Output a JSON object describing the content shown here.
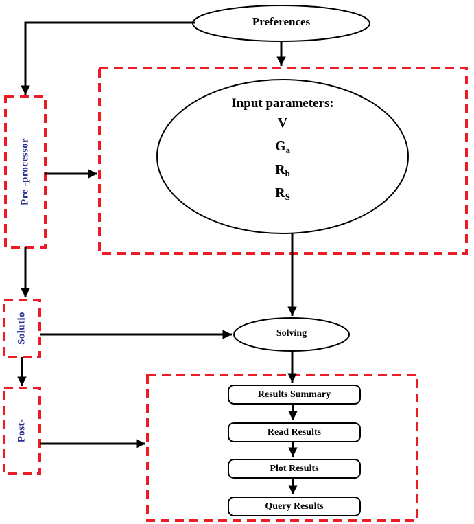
{
  "flowchart": {
    "preferences_label": "Preferences",
    "input_box": {
      "title": "Input parameters:",
      "params": [
        {
          "main": "V",
          "sub": ""
        },
        {
          "main": "G",
          "sub": "a"
        },
        {
          "main": "R",
          "sub": "b"
        },
        {
          "main": "R",
          "sub": "S"
        }
      ]
    },
    "side_labels": {
      "preprocessor": "Pre -processor",
      "solution": "Solutio",
      "post": "Post-"
    },
    "solving_label": "Solving",
    "results_steps": [
      "Results Summary",
      "Read Results",
      "Plot Results",
      "Query Results"
    ],
    "colors": {
      "dashed_red": "#ed1c24",
      "label_blue": "#2d3192",
      "line_black": "#000000"
    }
  }
}
